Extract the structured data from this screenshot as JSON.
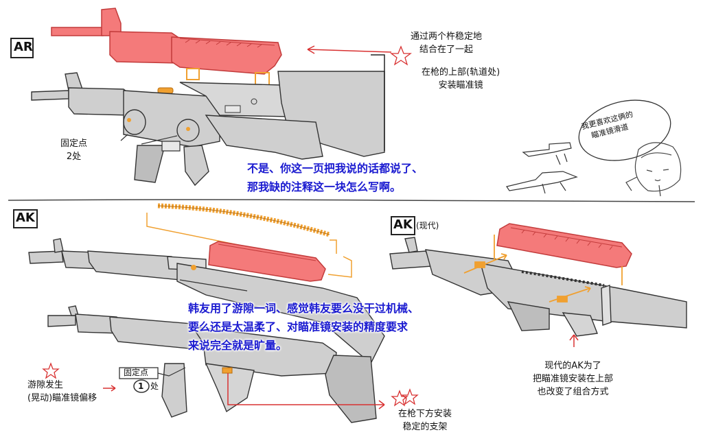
{
  "sections": {
    "ar": {
      "tag": "AR",
      "note_top": [
        "通过两个杵稳定地",
        "结合在了一起"
      ],
      "note_mid": [
        "在枪的上部(轨道处)",
        "安装瞄准镜"
      ],
      "note_fixed": [
        "固定点",
        "2处"
      ],
      "bubble": [
        "我更喜欢这俩的",
        "瞄准镜滑道"
      ]
    },
    "ak": {
      "tag": "AK",
      "note_play": [
        "游隙发生",
        "(晃动)瞄准镜偏移"
      ],
      "fixed_label": "固定点",
      "fixed_count": "1",
      "fixed_suffix": "处",
      "note_bottom": [
        "在枪下方安装",
        "稳定的支架"
      ]
    },
    "ak_modern": {
      "tag": "AK",
      "suffix": "(现代)",
      "note": [
        "现代的AK为了",
        "把瞄准镜安装在上部",
        "也改变了组合方式"
      ]
    }
  },
  "overlays": {
    "top": [
      "不是、你这一页把我说的话都说了、",
      "那我缺的注释这一块怎么写啊。"
    ],
    "bottom": [
      "韩友用了游隙一词、感觉韩友要么没干过机械、",
      "要么还是太温柔了、对瞄准镜安装的精度要求",
      "来说完全就是旷量。"
    ]
  },
  "colors": {
    "highlight": "#f47a7a",
    "highlight_stroke": "#c23a3a",
    "orange": "#f0a030",
    "gun_gray": "#cfcfcf",
    "gun_dark": "#9a9a9a",
    "line": "#333333",
    "red_arrow": "#d83030",
    "overlay_text": "#1a1ad0"
  }
}
